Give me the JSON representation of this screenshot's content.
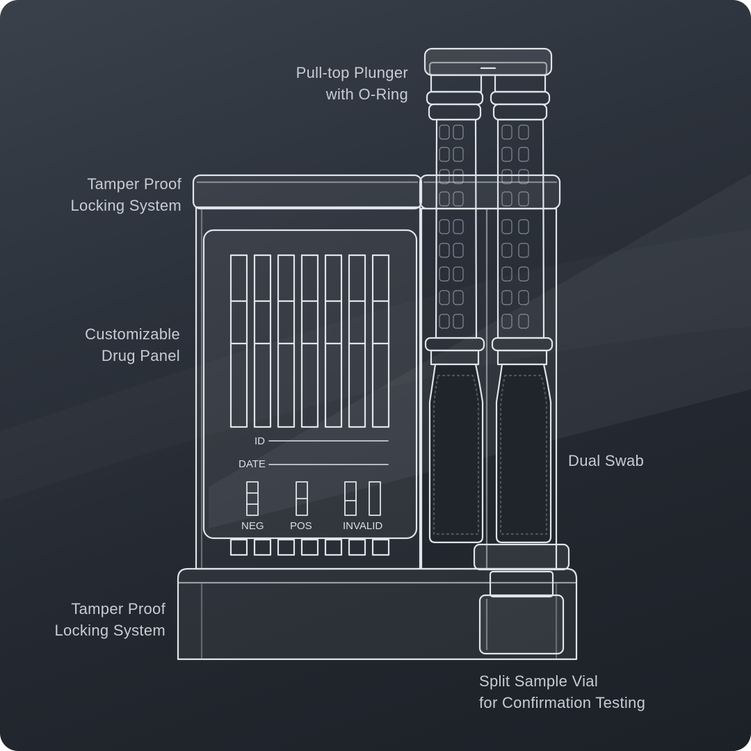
{
  "callouts": {
    "plunger": {
      "line1": "Pull-top Plunger",
      "line2": "with O-Ring"
    },
    "lock_top": {
      "line1": "Tamper Proof",
      "line2": "Locking System"
    },
    "panel": {
      "line1": "Customizable",
      "line2": "Drug Panel"
    },
    "swab": {
      "line1": "Dual Swab"
    },
    "lock_bottom": {
      "line1": "Tamper Proof",
      "line2": "Locking System"
    },
    "vial": {
      "line1": "Split Sample Vial",
      "line2": "for Confirmation Testing"
    }
  },
  "panel_fields": {
    "id": "ID",
    "date": "DATE"
  },
  "result_key": {
    "neg": "NEG",
    "pos": "POS",
    "invalid": "INVALID"
  },
  "colors": {
    "background": "#262b33",
    "line": "#dfe4ea",
    "label": "#c7ccd3"
  }
}
